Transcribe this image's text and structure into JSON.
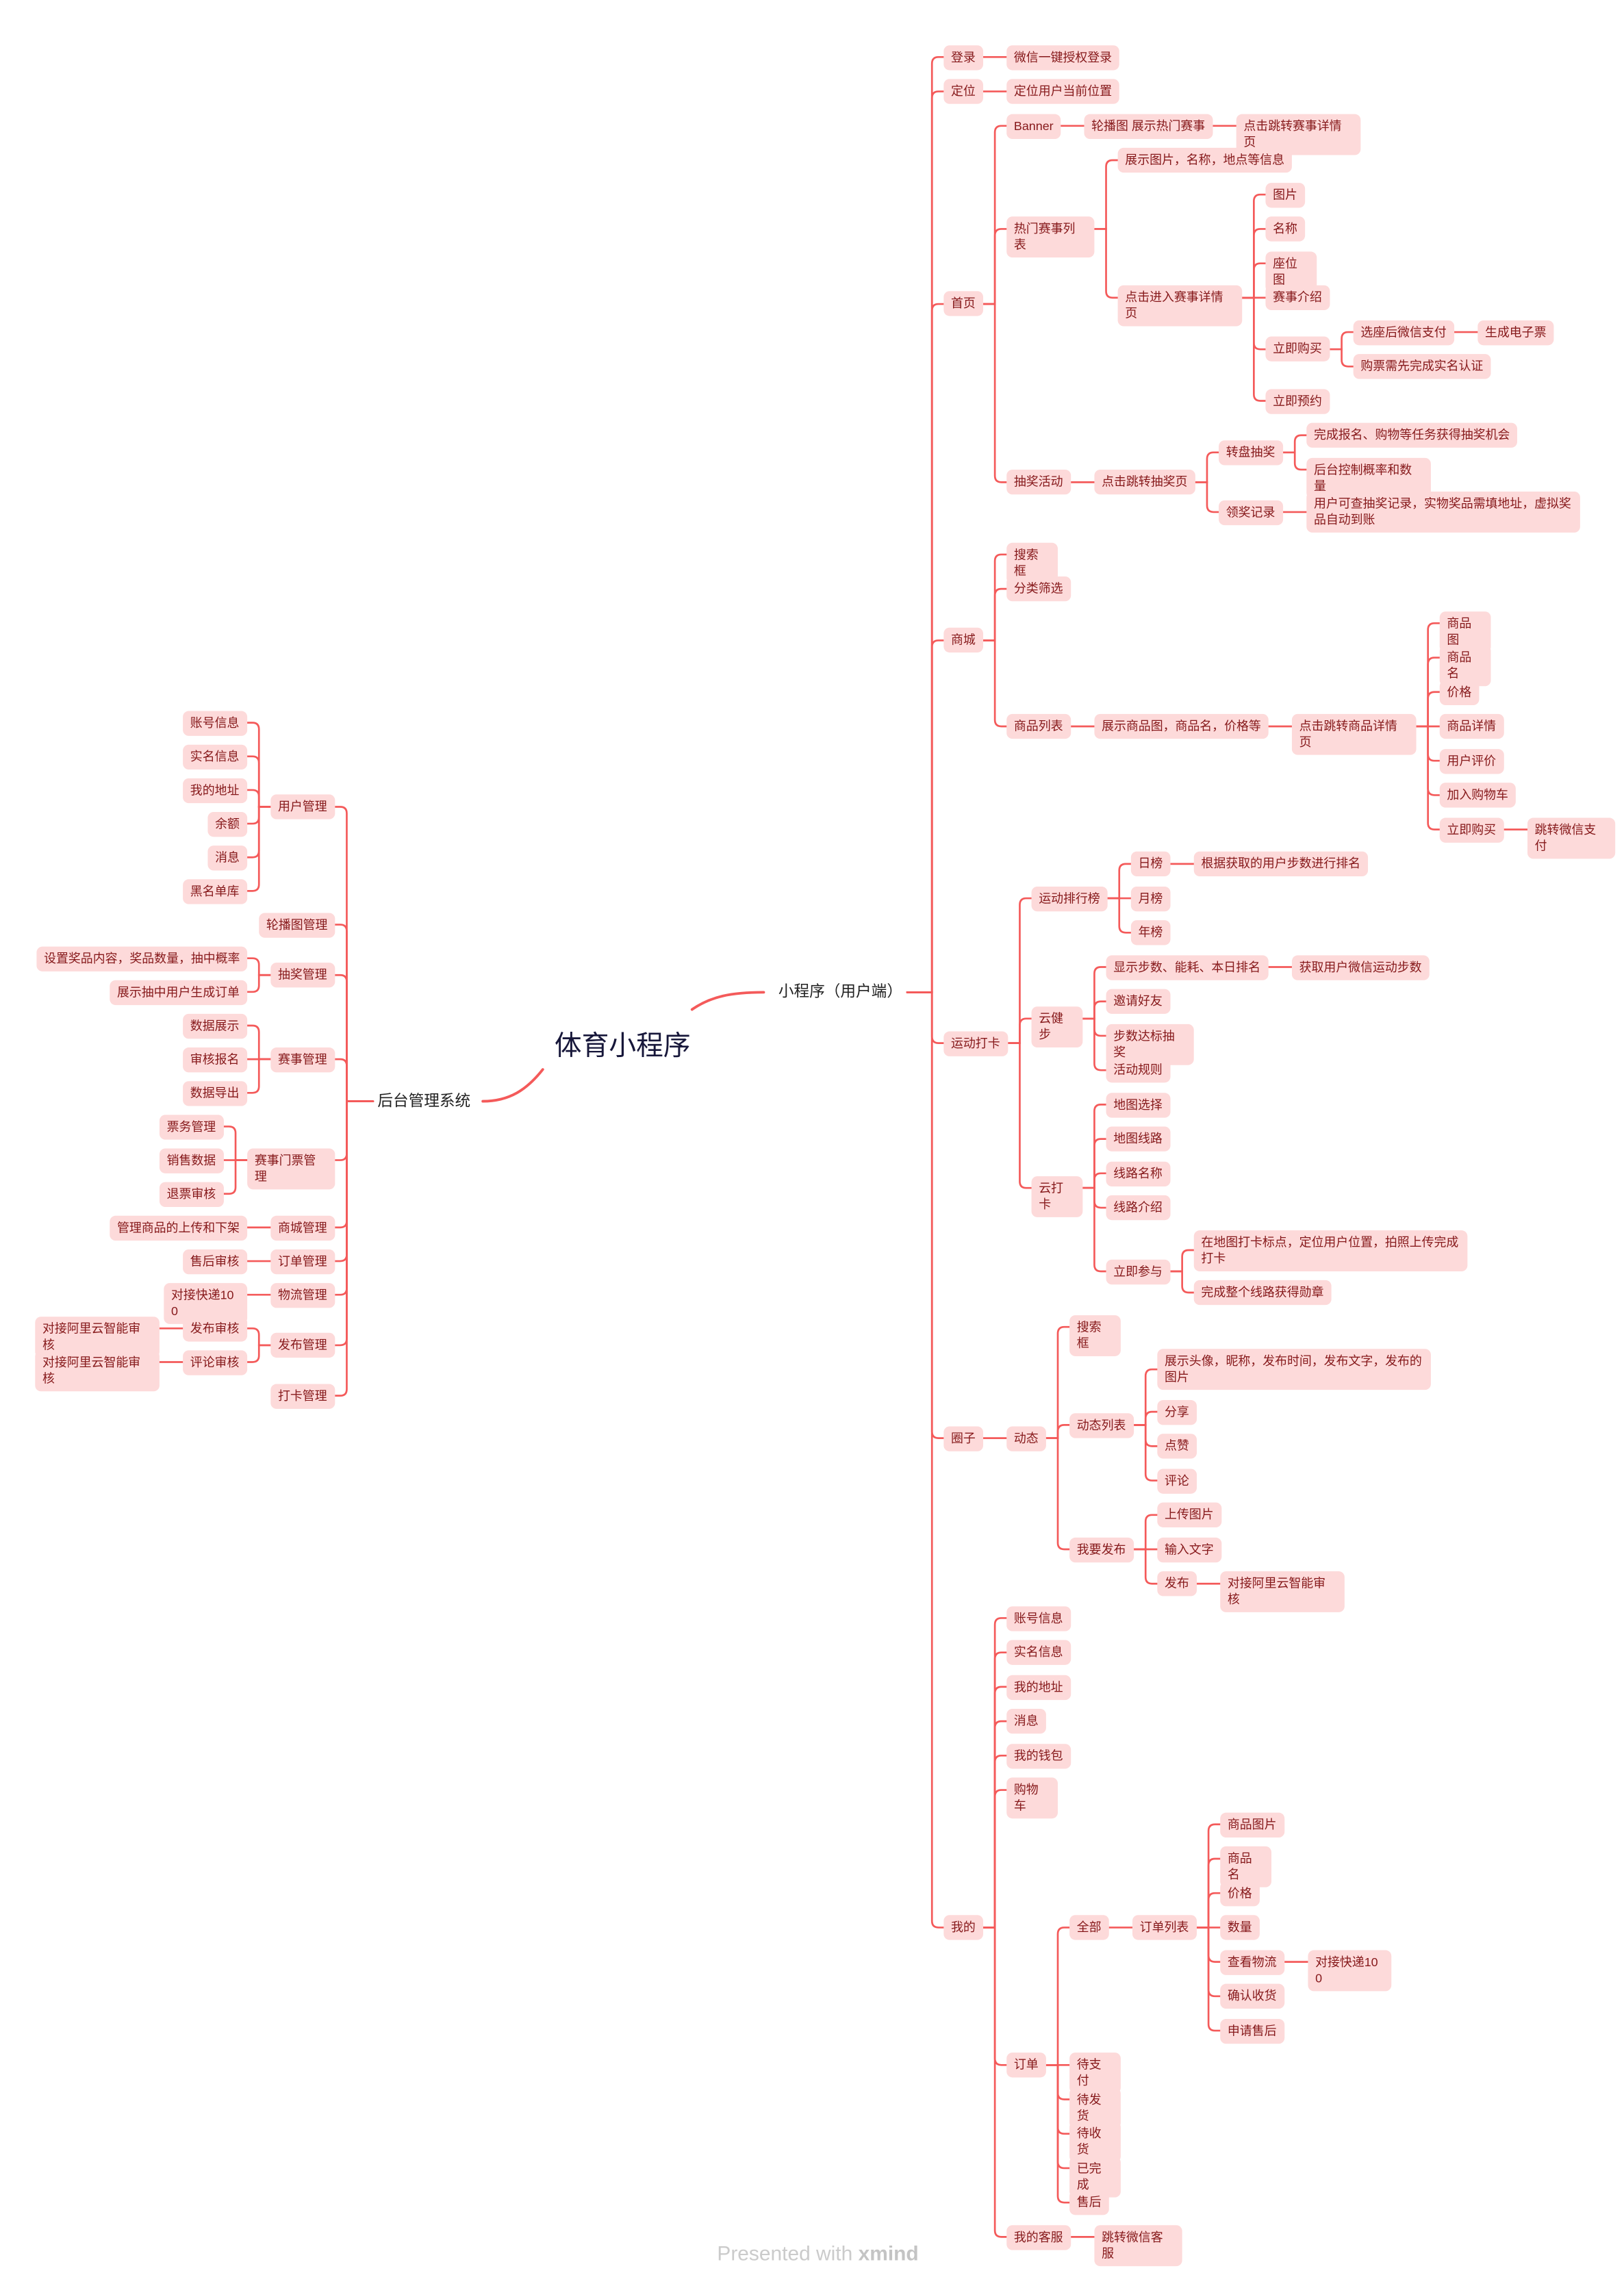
{
  "title": "体育小程序",
  "colors": {
    "line": "#f45a5a",
    "topic_fill": "#fddada",
    "topic_text": "#86191b",
    "root_text": "#17173a"
  },
  "footer": {
    "presented": "Presented with ",
    "brand": "xmind"
  },
  "right": {
    "label": "小程序（用户端）",
    "children": [
      {
        "label": "登录",
        "children": [
          {
            "label": "微信一键授权登录"
          }
        ]
      },
      {
        "label": "定位",
        "children": [
          {
            "label": "定位用户当前位置"
          }
        ]
      },
      {
        "label": "首页",
        "children": [
          {
            "label": "Banner",
            "children": [
              {
                "label": "轮播图 展示热门赛事",
                "children": [
                  {
                    "label": "点击跳转赛事详情页"
                  }
                ]
              }
            ]
          },
          {
            "label": "热门赛事列表",
            "children": [
              {
                "label": "展示图片，名称，地点等信息"
              },
              {
                "label": "点击进入赛事详情页",
                "children": [
                  {
                    "label": "图片"
                  },
                  {
                    "label": "名称"
                  },
                  {
                    "label": "座位图"
                  },
                  {
                    "label": "赛事介绍"
                  },
                  {
                    "label": "立即购买",
                    "children": [
                      {
                        "label": "选座后微信支付",
                        "children": [
                          {
                            "label": "生成电子票"
                          }
                        ]
                      },
                      {
                        "label": "购票需先完成实名认证"
                      }
                    ]
                  },
                  {
                    "label": "立即预约"
                  }
                ]
              }
            ]
          },
          {
            "label": "抽奖活动",
            "children": [
              {
                "label": "点击跳转抽奖页",
                "children": [
                  {
                    "label": "转盘抽奖",
                    "children": [
                      {
                        "label": "完成报名、购物等任务获得抽奖机会"
                      },
                      {
                        "label": "后台控制概率和数量"
                      }
                    ]
                  },
                  {
                    "label": "领奖记录",
                    "children": [
                      {
                        "label": "用户可查抽奖记录，实物奖品需填地址，虚拟奖品自动到账"
                      }
                    ]
                  }
                ]
              }
            ]
          }
        ]
      },
      {
        "label": "商城",
        "children": [
          {
            "label": "搜索框"
          },
          {
            "label": "分类筛选"
          },
          {
            "label": "商品列表",
            "children": [
              {
                "label": "展示商品图，商品名，价格等",
                "children": [
                  {
                    "label": "点击跳转商品详情页",
                    "children": [
                      {
                        "label": "商品图"
                      },
                      {
                        "label": "商品名"
                      },
                      {
                        "label": "价格"
                      },
                      {
                        "label": "商品详情"
                      },
                      {
                        "label": "用户评价"
                      },
                      {
                        "label": "加入购物车"
                      },
                      {
                        "label": "立即购买",
                        "children": [
                          {
                            "label": "跳转微信支付"
                          }
                        ]
                      }
                    ]
                  }
                ]
              }
            ]
          }
        ]
      },
      {
        "label": "运动打卡",
        "children": [
          {
            "label": "运动排行榜",
            "children": [
              {
                "label": "日榜",
                "children": [
                  {
                    "label": "根据获取的用户步数进行排名"
                  }
                ]
              },
              {
                "label": "月榜"
              },
              {
                "label": "年榜"
              }
            ]
          },
          {
            "label": "云健步",
            "children": [
              {
                "label": "显示步数、能耗、本日排名",
                "children": [
                  {
                    "label": "获取用户微信运动步数"
                  }
                ]
              },
              {
                "label": "邀请好友"
              },
              {
                "label": "步数达标抽奖"
              },
              {
                "label": "活动规则"
              }
            ]
          },
          {
            "label": "云打卡",
            "children": [
              {
                "label": "地图选择"
              },
              {
                "label": "地图线路"
              },
              {
                "label": "线路名称"
              },
              {
                "label": "线路介绍"
              },
              {
                "label": "立即参与",
                "children": [
                  {
                    "label": "在地图打卡标点，定位用户位置，拍照上传完成打卡"
                  },
                  {
                    "label": "完成整个线路获得勋章"
                  }
                ]
              }
            ]
          }
        ]
      },
      {
        "label": "圈子",
        "children": [
          {
            "label": "动态",
            "children": [
              {
                "label": "搜索框"
              },
              {
                "label": "动态列表",
                "children": [
                  {
                    "label": "展示头像，昵称，发布时间，发布文字，发布的图片"
                  },
                  {
                    "label": "分享"
                  },
                  {
                    "label": "点赞"
                  },
                  {
                    "label": "评论"
                  }
                ]
              },
              {
                "label": "我要发布",
                "children": [
                  {
                    "label": "上传图片"
                  },
                  {
                    "label": "输入文字"
                  },
                  {
                    "label": "发布",
                    "children": [
                      {
                        "label": "对接阿里云智能审核"
                      }
                    ]
                  }
                ]
              }
            ]
          }
        ]
      },
      {
        "label": "我的",
        "children": [
          {
            "label": "账号信息"
          },
          {
            "label": "实名信息"
          },
          {
            "label": "我的地址"
          },
          {
            "label": "消息"
          },
          {
            "label": "我的钱包"
          },
          {
            "label": "购物车"
          },
          {
            "label": "订单",
            "children": [
              {
                "label": "全部",
                "children": [
                  {
                    "label": "订单列表",
                    "children": [
                      {
                        "label": "商品图片"
                      },
                      {
                        "label": "商品名"
                      },
                      {
                        "label": "价格"
                      },
                      {
                        "label": "数量"
                      },
                      {
                        "label": "查看物流",
                        "children": [
                          {
                            "label": "对接快递100"
                          }
                        ]
                      },
                      {
                        "label": "确认收货"
                      },
                      {
                        "label": "申请售后"
                      }
                    ]
                  }
                ]
              },
              {
                "label": "待支付"
              },
              {
                "label": "待发货"
              },
              {
                "label": "待收货"
              },
              {
                "label": "已完成"
              },
              {
                "label": "售后"
              }
            ]
          },
          {
            "label": "我的客服",
            "children": [
              {
                "label": "跳转微信客服"
              }
            ]
          }
        ]
      }
    ]
  },
  "left": {
    "label": "后台管理系统",
    "children": [
      {
        "label": "用户管理",
        "children": [
          {
            "label": "账号信息"
          },
          {
            "label": "实名信息"
          },
          {
            "label": "我的地址"
          },
          {
            "label": "余额"
          },
          {
            "label": "消息"
          },
          {
            "label": "黑名单库"
          }
        ]
      },
      {
        "label": "轮播图管理"
      },
      {
        "label": "抽奖管理",
        "children": [
          {
            "label": "设置奖品内容，奖品数量，抽中概率"
          },
          {
            "label": "展示抽中用户生成订单"
          }
        ]
      },
      {
        "label": "赛事管理",
        "children": [
          {
            "label": "数据展示"
          },
          {
            "label": "审核报名"
          },
          {
            "label": "数据导出"
          }
        ]
      },
      {
        "label": "赛事门票管理",
        "children": [
          {
            "label": "票务管理"
          },
          {
            "label": "销售数据"
          },
          {
            "label": "退票审核"
          }
        ]
      },
      {
        "label": "商城管理",
        "children": [
          {
            "label": "管理商品的上传和下架"
          }
        ]
      },
      {
        "label": "订单管理",
        "children": [
          {
            "label": "售后审核"
          }
        ]
      },
      {
        "label": "物流管理",
        "children": [
          {
            "label": "对接快递100"
          }
        ]
      },
      {
        "label": "发布管理",
        "children": [
          {
            "label": "发布审核",
            "children": [
              {
                "label": "对接阿里云智能审核"
              }
            ]
          },
          {
            "label": "评论审核",
            "children": [
              {
                "label": "对接阿里云智能审核"
              }
            ]
          }
        ]
      },
      {
        "label": "打卡管理"
      }
    ]
  }
}
